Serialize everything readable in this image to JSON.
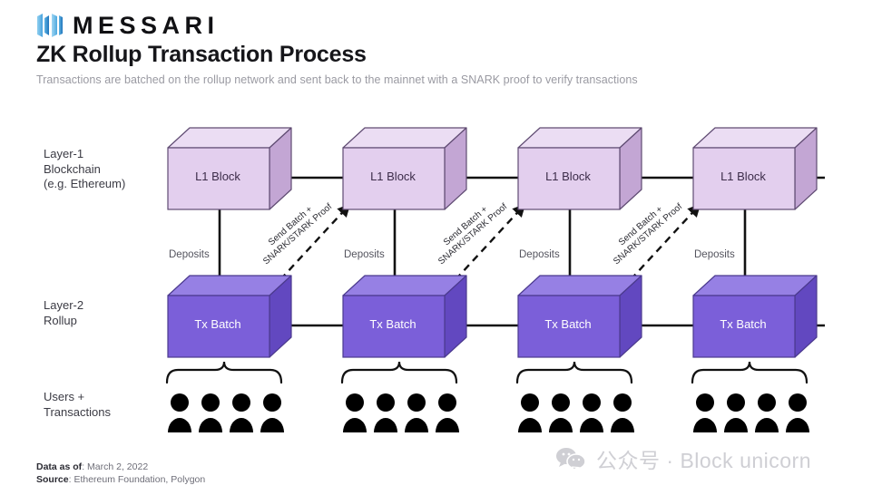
{
  "header": {
    "brand": "MESSARI",
    "logo_icon": "messari-m-logo",
    "title": "ZK Rollup Transaction Process",
    "subtitle": "Transactions are batched on the rollup network and sent back to the mainnet with a SNARK proof to verify transactions"
  },
  "rows": {
    "layer1": {
      "line1": "Layer-1",
      "line2": "Blockchain",
      "line3": "(e.g. Ethereum)"
    },
    "layer2": {
      "line1": "Layer-2",
      "line2": "Rollup",
      "line3": ""
    },
    "users": {
      "line1": "Users +",
      "line2": "Transactions",
      "line3": ""
    }
  },
  "blocks": {
    "l1_label": "L1 Block",
    "l2_label": "Tx Batch",
    "l1_count": 4,
    "l2_count": 4
  },
  "edges": {
    "deposit_label": "Deposits",
    "proof_label_line1": "Send Batch +",
    "proof_label_line2": "SNARK/STARK Proof",
    "deposit_count": 4,
    "proof_count": 3
  },
  "people": {
    "groups": 4,
    "per_group": 4,
    "icon": "person-icon",
    "brace_icon": "curly-brace-icon"
  },
  "footer": {
    "data_as_of_key": "Data as of",
    "data_as_of_sep": ": ",
    "data_as_of_value": "March 2, 2022",
    "source_key": "Source",
    "source_sep": ": ",
    "source_value": "Ethereum Foundation, Polygon"
  },
  "watermark": {
    "icon": "wechat-icon",
    "text": "公众号 · Block unicorn"
  },
  "colors": {
    "l1_front": "#e3cfee",
    "l1_top": "#ebddf3",
    "l1_side": "#c3a6d4",
    "l1_stroke": "#5f4b72",
    "l2_front": "#7b5fd9",
    "l2_top": "#9680e4",
    "l2_side": "#6248c0",
    "l2_stroke": "#4b3a8e",
    "connector": "#111111",
    "title": "#16161a",
    "subtitle": "#9a9aa2",
    "watermark": "#cfcfd4",
    "logo_blue_light": "#7fc4ec",
    "logo_blue_dark": "#1a6fb5"
  }
}
